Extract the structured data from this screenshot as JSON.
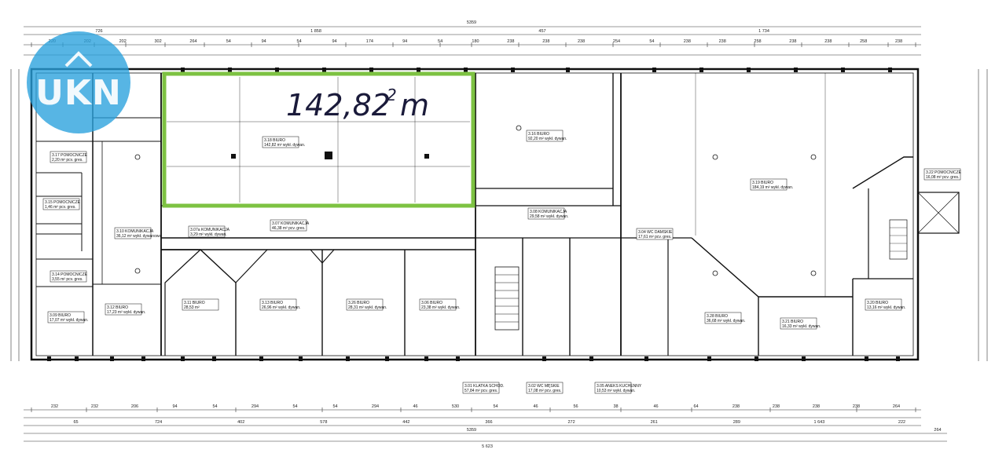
{
  "annotation": {
    "area": "142,82 m",
    "sup": "2",
    "color": "#7dc242"
  },
  "logo": {
    "text": "UKN"
  },
  "totals": {
    "top": "5359",
    "bottom_inner": "5359",
    "bottom_outer": "5 623",
    "right_extra": "264"
  },
  "top_dims_row1": [
    "726",
    "1 858",
    "457",
    "1 734"
  ],
  "top_dims_row2": [
    "220",
    "202",
    "202",
    "302",
    "264",
    "54",
    "94",
    "54",
    "94",
    "174",
    "94",
    "54",
    "180",
    "238",
    "238",
    "238",
    "254",
    "54",
    "238",
    "238",
    "258",
    "238",
    "238",
    "258",
    "238"
  ],
  "bottom_dims_row1": [
    "232",
    "232",
    "206",
    "94",
    "54",
    "294",
    "54",
    "54",
    "294",
    "46",
    "530",
    "54",
    "46",
    "56",
    "38",
    "46",
    "64",
    "238",
    "238",
    "238",
    "238",
    "264"
  ],
  "bottom_dims_row2": [
    "65",
    "724",
    "402",
    "578",
    "442",
    "366",
    "272",
    "261",
    "289",
    "1 643",
    "222"
  ],
  "rooms": [
    {
      "code": "3.18",
      "name": "BIURO",
      "area": "142,82 m²",
      "floor": "wykł. dywan."
    },
    {
      "code": "3.16",
      "name": "BIURO",
      "area": "92,20 m²",
      "floor": "wykł. dywan."
    },
    {
      "code": "3.19",
      "name": "BIURO",
      "area": "184,19 m²",
      "floor": "wykł. dywan."
    },
    {
      "code": "3.22",
      "name": "POMOCNICZE",
      "area": "16,08 m²",
      "floor": "pcv. gres."
    },
    {
      "code": "3.07",
      "name": "KOMUNIKACJA",
      "area": "46,38 m²",
      "floor": "pcv. gres."
    },
    {
      "code": "3.07a",
      "name": "KOMUNIKACJA",
      "area": "3,29 m²",
      "floor": "wykł. dywan."
    },
    {
      "code": "3.08",
      "name": "KOMUNIKACJA",
      "area": "29,58 m²",
      "floor": "wykł. dywan."
    },
    {
      "code": "3.10",
      "name": "KOMUNIKACJA",
      "area": "36,12 m²",
      "floor": "wykł. dywanowa"
    },
    {
      "code": "3.04",
      "name": "WC DAMSKIE",
      "area": "17,61 m²",
      "floor": "pcv. gres."
    },
    {
      "code": "3.11",
      "name": "BIURO",
      "area": "28,53 m²",
      "floor": ""
    },
    {
      "code": "3.13",
      "name": "BIURO",
      "area": "26,96 m²",
      "floor": "wykł. dywan."
    },
    {
      "code": "3.26",
      "name": "BIURO",
      "area": "28,31 m²",
      "floor": "wykł. dywan."
    },
    {
      "code": "3.06",
      "name": "BIURO",
      "area": "23,38 m²",
      "floor": "wykł. dywan."
    },
    {
      "code": "3.28",
      "name": "BIURO",
      "area": "36,68 m²",
      "floor": "wykł. dywan."
    },
    {
      "code": "3.21",
      "name": "BIURO",
      "area": "16,33 m²",
      "floor": "wykł. dywan."
    },
    {
      "code": "3.20",
      "name": "BIURO",
      "area": "13,16 m²",
      "floor": "wykł. dywan."
    },
    {
      "code": "3.12",
      "name": "BIURO",
      "area": "17,23 m²",
      "floor": "wykł. dywan."
    },
    {
      "code": "3.09",
      "name": "BIURO",
      "area": "17,07 m²",
      "floor": "wykł. dywan."
    },
    {
      "code": "3.17",
      "name": "POMOCNICZE",
      "area": "2,20 m²",
      "floor": "pcv. gres."
    },
    {
      "code": "3.15",
      "name": "POMOCNICZE",
      "area": "1,46 m²",
      "floor": "pcv. gres."
    },
    {
      "code": "3.14",
      "name": "POMOCNICZE",
      "area": "3,55 m²",
      "floor": "pcv. gres."
    },
    {
      "code": "3.01",
      "name": "KLATKA SCHOD.",
      "area": "57,84 m²",
      "floor": "pcv. gres."
    },
    {
      "code": "3.02",
      "name": "WC MĘSKIE",
      "area": "17,08 m²",
      "floor": "pcv. gres."
    },
    {
      "code": "3.05",
      "name": "ANEKS KUCHENNY",
      "area": "10,53 m²",
      "floor": "wykł. dywan."
    }
  ]
}
